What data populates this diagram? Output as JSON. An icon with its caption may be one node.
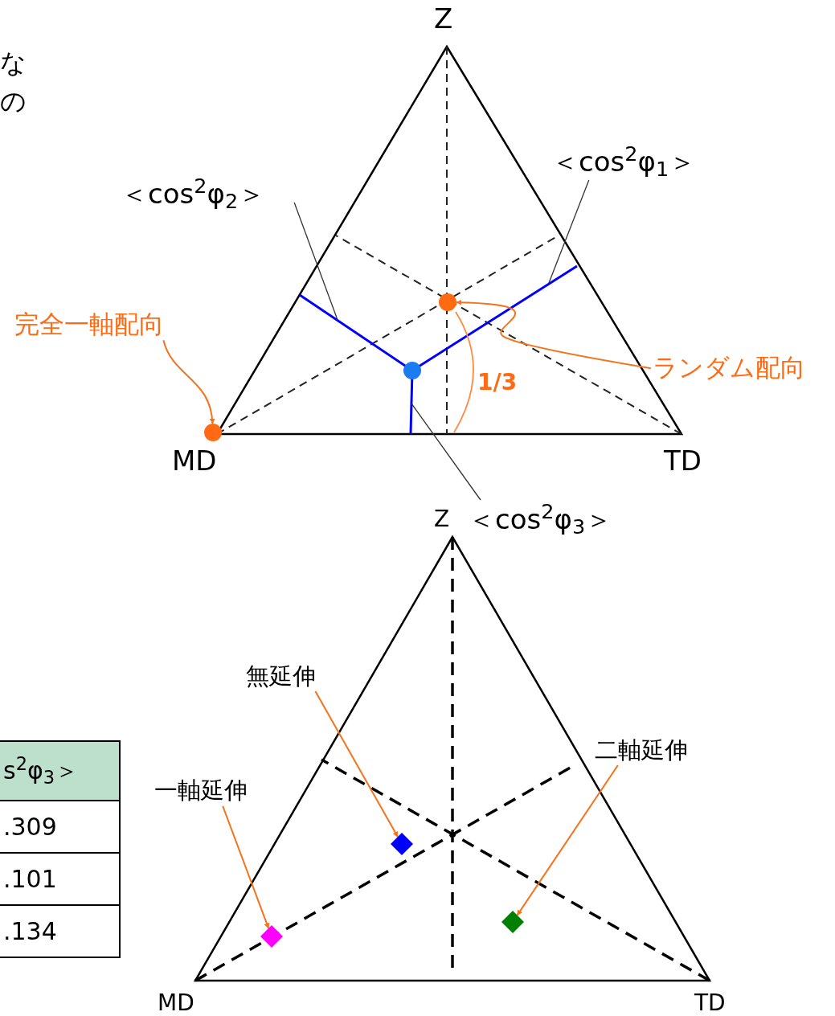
{
  "diagram": {
    "nodes": [
      {
        "text": [
          "＜cos$^{2}$φ$_{2}$＞"
        ]
      },
      {
        "text": [
          "＜cos$^{2}$φ$_{1}$＞"
        ]
      },
      {
        "text": [
          "完全一軸配向"
        ]
      },
      {
        "text": [
          "ランダム配向"
        ]
      },
      {
        "text": [
          "＜cos$^{2}$φ$_{3}$＞"
        ]
      },
      {
        "text": [],
        "shape": "circle"
      },
      {
        "text": [],
        "shape": "circle"
      },
      {
        "text": [],
        "shape": "circle"
      },
      {
        "text": [
          "無延伸"
        ]
      },
      {
        "text": [
          "一軸延伸"
        ]
      },
      {
        "text": [
          "二軸延伸"
        ]
      },
      {
        "text": [],
        "shape": "diamond"
      },
      {
        "text": [],
        "shape": "diamond"
      },
      {
        "text": [],
        "shape": "diamond"
      }
    ],
    "edges": [
      {
        "from": 2,
        "to": 5,
        "arrow": "to"
      },
      {
        "from": 3,
        "to": 6,
        "arrow": "to"
      },
      {
        "from": 0,
        "to": null,
        "arrow": "none",
        "color": "#333333"
      },
      {
        "from": 1,
        "to": null,
        "arrow": "none",
        "color": "#333333"
      },
      {
        "from": 4,
        "to": null,
        "arrow": "none",
        "color": "#333333"
      },
      {
        "from": 8,
        "to": 11,
        "arrow": "to"
      },
      {
        "from": 9,
        "to": 12,
        "arrow": "to"
      },
      {
        "from": 10,
        "to": 13,
        "arrow": "to"
      }
    ],
    "labels": [
      "な",
      "の",
      "Z",
      "MD",
      "TD",
      "1/3",
      "Z",
      "MD",
      "TD",
      "s$^{2}$φ$_{3}$＞",
      ".309",
      ".101",
      ".134"
    ]
  }
}
